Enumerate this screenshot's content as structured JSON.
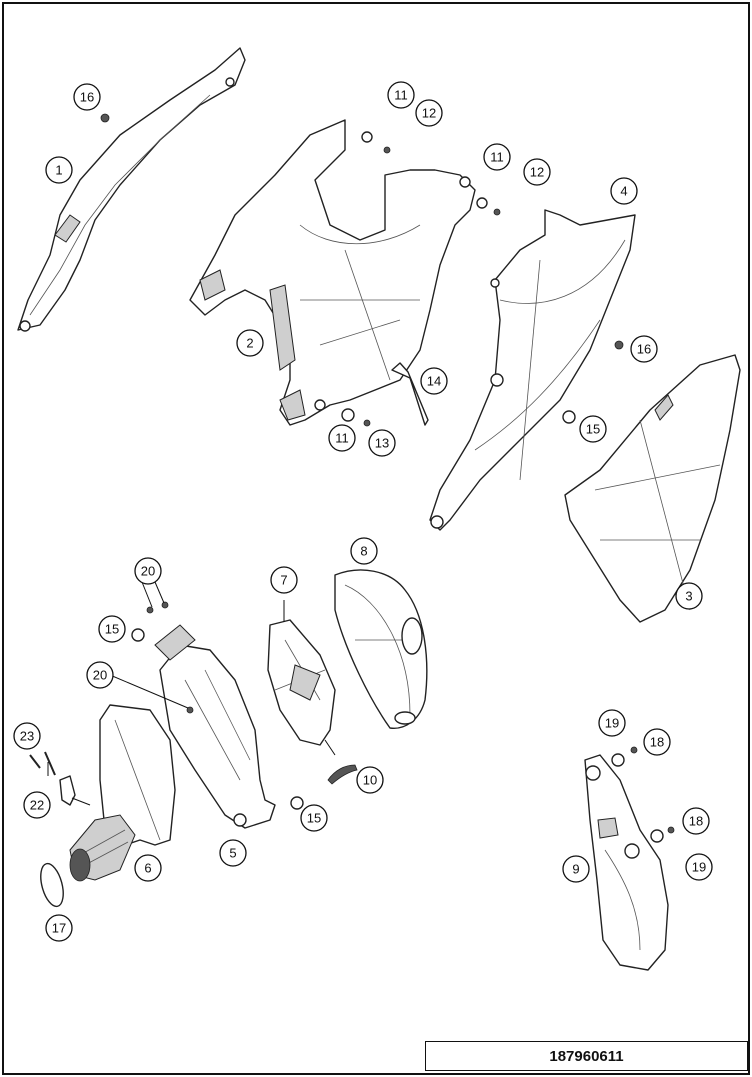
{
  "diagram": {
    "callouts": [
      {
        "id": "c1",
        "label": "1"
      },
      {
        "id": "c2",
        "label": "2"
      },
      {
        "id": "c3",
        "label": "3"
      },
      {
        "id": "c4",
        "label": "4"
      },
      {
        "id": "c5",
        "label": "5"
      },
      {
        "id": "c6",
        "label": "6"
      },
      {
        "id": "c7",
        "label": "7"
      },
      {
        "id": "c8",
        "label": "8"
      },
      {
        "id": "c9",
        "label": "9"
      },
      {
        "id": "c10",
        "label": "10"
      },
      {
        "id": "c11a",
        "label": "11"
      },
      {
        "id": "c11b",
        "label": "11"
      },
      {
        "id": "c11c",
        "label": "11"
      },
      {
        "id": "c12a",
        "label": "12"
      },
      {
        "id": "c12b",
        "label": "12"
      },
      {
        "id": "c13",
        "label": "13"
      },
      {
        "id": "c14",
        "label": "14"
      },
      {
        "id": "c15a",
        "label": "15"
      },
      {
        "id": "c15b",
        "label": "15"
      },
      {
        "id": "c15c",
        "label": "15"
      },
      {
        "id": "c16a",
        "label": "16"
      },
      {
        "id": "c16b",
        "label": "16"
      },
      {
        "id": "c17",
        "label": "17"
      },
      {
        "id": "c18a",
        "label": "18"
      },
      {
        "id": "c18b",
        "label": "18"
      },
      {
        "id": "c19a",
        "label": "19"
      },
      {
        "id": "c19b",
        "label": "19"
      },
      {
        "id": "c20a",
        "label": "20"
      },
      {
        "id": "c20b",
        "label": "20"
      },
      {
        "id": "c22",
        "label": "22"
      },
      {
        "id": "c23",
        "label": "23"
      }
    ],
    "document_number": "187960611"
  }
}
